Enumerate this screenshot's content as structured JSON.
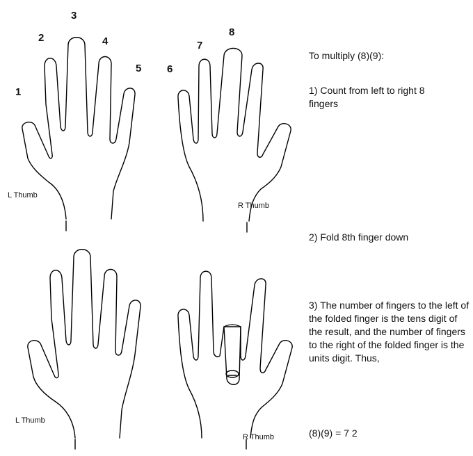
{
  "finger_numbers": [
    "1",
    "2",
    "3",
    "4",
    "5",
    "6",
    "7",
    "8"
  ],
  "thumb_labels": {
    "top_left": "L Thumb",
    "top_right": "R Thumb",
    "bottom_left": "L Thumb",
    "bottom_right": "R Thumb"
  },
  "instructions": {
    "title": "To multiply (8)(9):",
    "step1": "1) Count from left to right 8 fingers",
    "step2": "2)  Fold 8th finger down",
    "step3": "3)  The number of fingers to the left of the folded finger is the tens digit of the result, and the number of fingers to the right of the folded finger is the units digit.  Thus,",
    "result": "(8)(9) = 7 2"
  },
  "folded_finger": 8
}
